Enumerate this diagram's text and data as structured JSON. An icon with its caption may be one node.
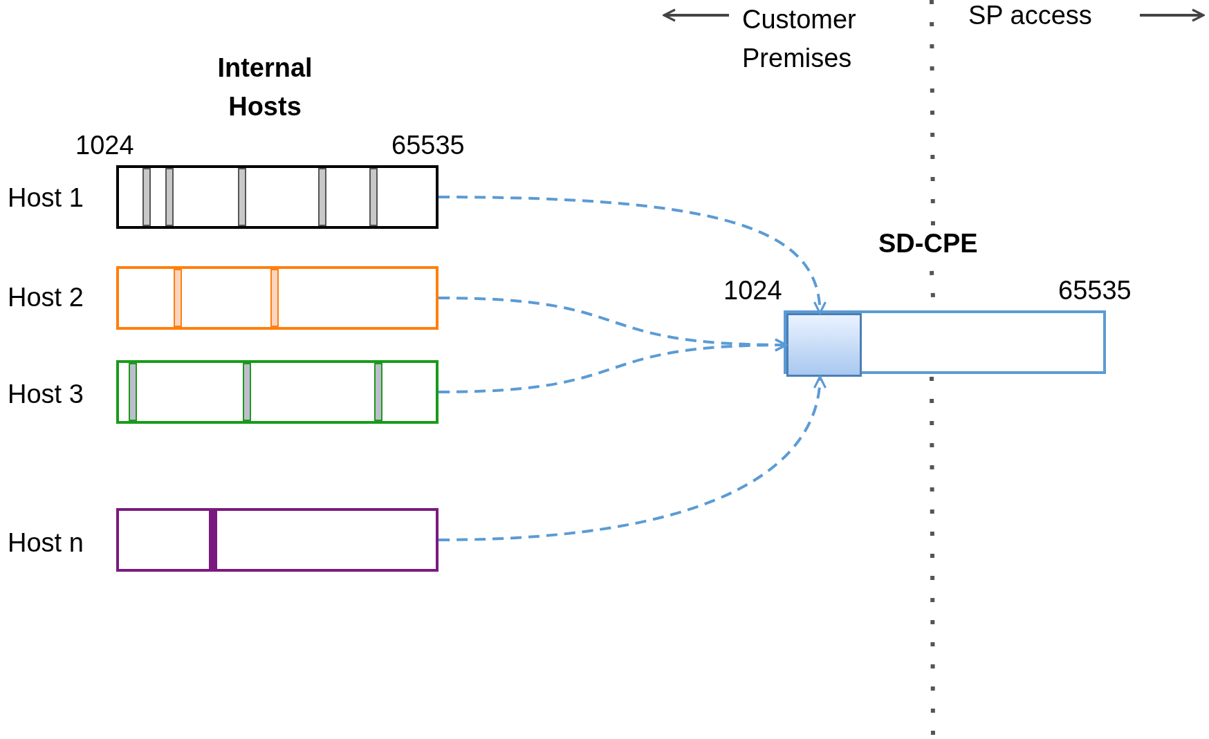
{
  "diagram": {
    "nodes": [
      {
        "text": [],
        "shape": "bar",
        "beside": [
          "Host 1"
        ]
      },
      {
        "text": [],
        "shape": "bar",
        "beside": [
          "Host 2"
        ]
      },
      {
        "text": [],
        "shape": "bar",
        "beside": [
          "Host 3"
        ]
      },
      {
        "text": [],
        "shape": "bar",
        "beside": [
          "Host n"
        ]
      },
      {
        "text": [],
        "shape": "bar",
        "beside": [
          "SD-CPE"
        ]
      },
      {
        "text": [],
        "shape": "box",
        "in": 4
      }
    ],
    "edges": [
      {
        "from": 0,
        "to": 5,
        "arrow": "to",
        "style": "dashed"
      },
      {
        "from": 1,
        "to": 5,
        "arrow": "to",
        "style": "dashed"
      },
      {
        "from": 2,
        "to": 5,
        "arrow": "to",
        "style": "dashed"
      },
      {
        "from": 3,
        "to": 5,
        "arrow": "to",
        "style": "dashed"
      }
    ],
    "labels": [
      "Customer Premises",
      "SP access",
      "Internal Hosts",
      "1024",
      "65535",
      "1024",
      "65535"
    ]
  }
}
